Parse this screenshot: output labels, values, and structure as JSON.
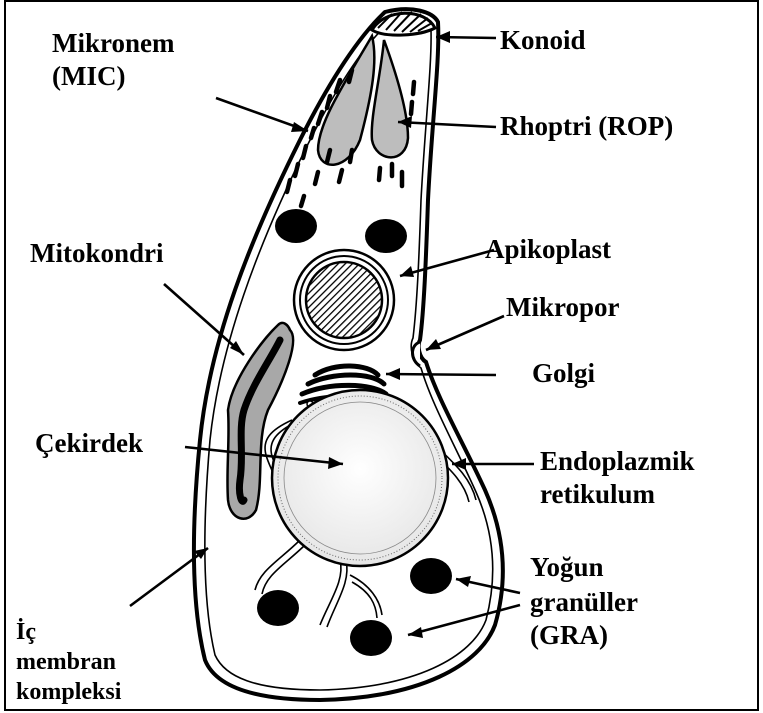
{
  "labels": {
    "mikronem": "Mikronem",
    "mikronem_abbr": "(MIC)",
    "konoid": "Konoid",
    "rhoptri": "Rhoptri (ROP)",
    "mitokondri": "Mitokondri",
    "apikoplast": "Apikoplast",
    "mikropor": "Mikropor",
    "golgi": "Golgi",
    "cekirdek": "Çekirdek",
    "endoplazmik_1": "Endoplazmik",
    "endoplazmik_2": "retikulum",
    "yogun_1": "Yoğun",
    "yogun_2": "granüller",
    "yogun_3": "(GRA)",
    "ic_1": "İç",
    "ic_2": "membran",
    "ic_3": "kompleksi"
  }
}
